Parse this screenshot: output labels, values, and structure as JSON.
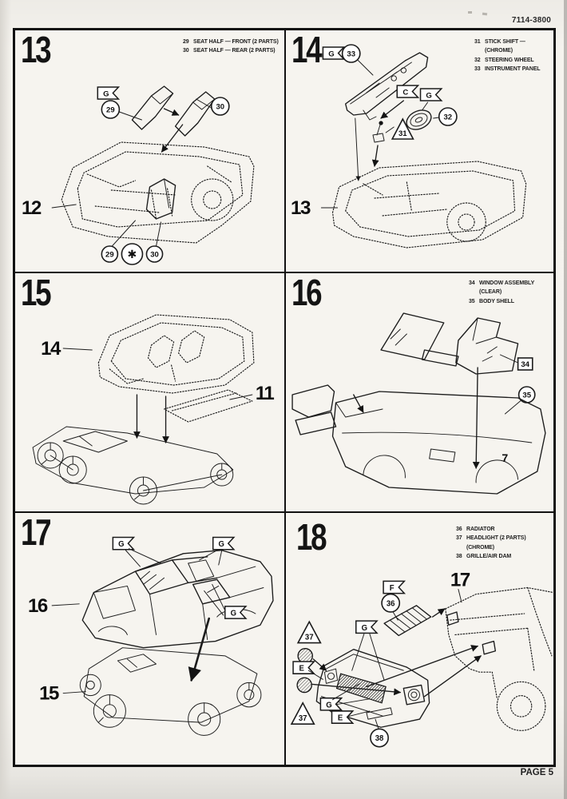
{
  "page": {
    "doc_number": "7114-3800",
    "page_label": "PAGE 5"
  },
  "panel13": {
    "step": "13",
    "parts": [
      {
        "num": "29",
        "name": "SEAT HALF — FRONT (2 PARTS)"
      },
      {
        "num": "30",
        "name": "SEAT HALF — REAR (2 PARTS)"
      }
    ],
    "flag_g": "G",
    "callout_29": "29",
    "callout_30": "30",
    "callout_29b": "29",
    "callout_star": "✱",
    "callout_30b": "30",
    "ref_12": "12"
  },
  "panel14": {
    "step": "14",
    "parts": [
      {
        "num": "31",
        "name": "STICK SHIFT — (CHROME)"
      },
      {
        "num": "32",
        "name": "STEERING WHEEL"
      },
      {
        "num": "33",
        "name": "INSTRUMENT PANEL"
      }
    ],
    "flag_g1": "G",
    "flag_c": "C",
    "flag_g2": "G",
    "callout_33": "33",
    "callout_32": "32",
    "callout_31": "31",
    "ref_13": "13"
  },
  "panel15": {
    "step": "15",
    "ref_14": "14",
    "ref_11": "11"
  },
  "panel16": {
    "step": "16",
    "parts": [
      {
        "num": "34",
        "name": "WINDOW ASSEMBLY (CLEAR)"
      },
      {
        "num": "35",
        "name": "BODY SHELL"
      }
    ],
    "callout_34": "34",
    "callout_35": "35",
    "ref_7": "7"
  },
  "panel17": {
    "step": "17",
    "flag_g1": "G",
    "flag_g2": "G",
    "flag_g3": "G",
    "ref_16": "16",
    "ref_15": "15"
  },
  "panel18": {
    "step": "18",
    "parts": [
      {
        "num": "36",
        "name": "RADIATOR"
      },
      {
        "num": "37",
        "name": "HEADLIGHT (2 PARTS) (CHROME)"
      },
      {
        "num": "38",
        "name": "GRILLE/AIR DAM"
      }
    ],
    "flag_f": "F",
    "flag_g1": "G",
    "flag_g2": "G",
    "flag_e1": "E",
    "flag_e2": "E",
    "callout_36": "36",
    "callout_37a": "37",
    "callout_37b": "37",
    "callout_38": "38",
    "ref_17": "17"
  }
}
